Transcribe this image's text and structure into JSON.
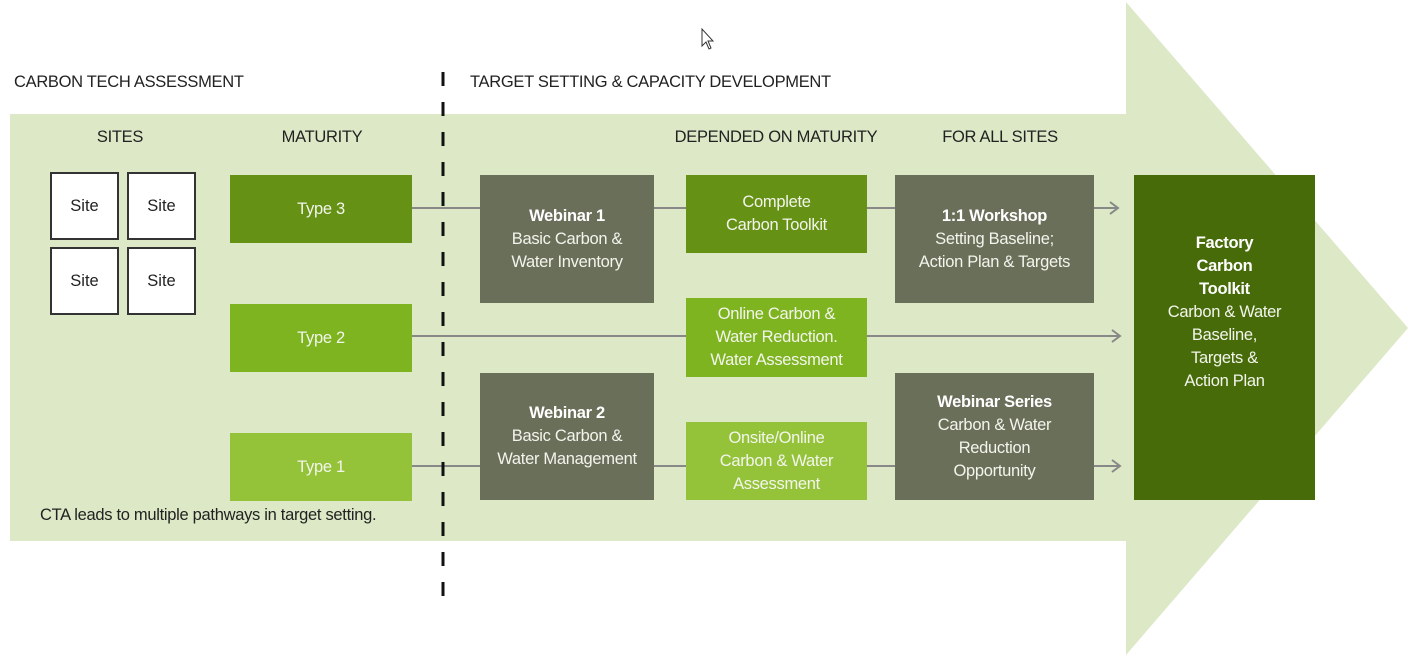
{
  "colors": {
    "band": "#dce8c6",
    "type3": "#659115",
    "type2": "#7db41f",
    "type1": "#94c33a",
    "grey_box": "#6a6f5a",
    "factory_box": "#476b09",
    "connector": "#888888",
    "divider": "#111111"
  },
  "sections": {
    "left_title": "CARBON TECH ASSESSMENT",
    "right_title": "TARGET SETTING & CAPACITY DEVELOPMENT"
  },
  "column_headers": {
    "sites": "SITES",
    "maturity": "MATURITY",
    "depended": "DEPENDED ON MATURITY",
    "all_sites": "FOR ALL SITES"
  },
  "sites": [
    "Site",
    "Site",
    "Site",
    "Site"
  ],
  "maturity_types": {
    "type3": "Type 3",
    "type2": "Type 2",
    "type1": "Type 1"
  },
  "webinar1": {
    "title": "Webinar 1",
    "line1": "Basic Carbon &",
    "line2": "Water Inventory"
  },
  "webinar2": {
    "title": "Webinar 2",
    "line1": "Basic Carbon &",
    "line2": "Water Management"
  },
  "complete_toolkit": {
    "line1": "Complete",
    "line2": "Carbon Toolkit"
  },
  "online_reduction": {
    "line1": "Online Carbon &",
    "line2": "Water Reduction.",
    "line3": "Water Assessment"
  },
  "onsite_assessment": {
    "line1": "Onsite/Online",
    "line2": "Carbon & Water",
    "line3": "Assessment"
  },
  "workshop": {
    "title": "1:1 Workshop",
    "line1": "Setting Baseline;",
    "line2": "Action Plan & Targets"
  },
  "webinar_series": {
    "title": "Webinar Series",
    "line1": "Carbon & Water",
    "line2": "Reduction",
    "line3": "Opportunity"
  },
  "factory_toolkit": {
    "title1": "Factory",
    "title2": "Carbon",
    "title3": "Toolkit",
    "line1": "Carbon & Water",
    "line2": "Baseline,",
    "line3": "Targets &",
    "line4": "Action Plan"
  },
  "footnote": "CTA leads to multiple pathways in target setting."
}
